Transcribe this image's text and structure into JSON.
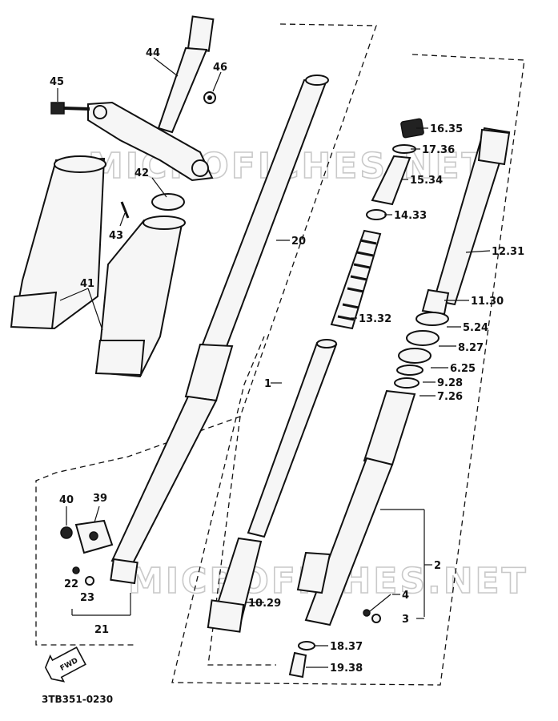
{
  "diagram": {
    "code": "3TB351-0230",
    "watermark_top": "MICROFICHES.NET",
    "watermark_bottom": "MICROFICHES.NET",
    "fwd_label": "FWD",
    "callouts": [
      {
        "id": "44",
        "label": "44"
      },
      {
        "id": "46",
        "label": "46"
      },
      {
        "id": "45",
        "label": "45"
      },
      {
        "id": "42",
        "label": "42"
      },
      {
        "id": "43",
        "label": "43"
      },
      {
        "id": "41",
        "label": "41"
      },
      {
        "id": "20",
        "label": "20"
      },
      {
        "id": "1",
        "label": "1"
      },
      {
        "id": "40",
        "label": "40"
      },
      {
        "id": "39",
        "label": "39"
      },
      {
        "id": "22",
        "label": "22"
      },
      {
        "id": "23",
        "label": "23"
      },
      {
        "id": "21",
        "label": "21"
      },
      {
        "id": "16.35",
        "label": "16.35"
      },
      {
        "id": "17.36",
        "label": "17.36"
      },
      {
        "id": "15.34",
        "label": "15.34"
      },
      {
        "id": "14.33",
        "label": "14.33"
      },
      {
        "id": "12.31",
        "label": "12.31"
      },
      {
        "id": "13.32",
        "label": "13.32"
      },
      {
        "id": "11.30",
        "label": "11.30"
      },
      {
        "id": "5.24",
        "label": "5.24"
      },
      {
        "id": "8.27",
        "label": "8.27"
      },
      {
        "id": "6.25",
        "label": "6.25"
      },
      {
        "id": "9.28",
        "label": "9.28"
      },
      {
        "id": "7.26",
        "label": "7.26"
      },
      {
        "id": "2",
        "label": "2"
      },
      {
        "id": "4",
        "label": "4"
      },
      {
        "id": "3",
        "label": "3"
      },
      {
        "id": "10.29",
        "label": "10.29"
      },
      {
        "id": "18.37",
        "label": "18.37"
      },
      {
        "id": "19.38",
        "label": "19.38"
      }
    ]
  }
}
